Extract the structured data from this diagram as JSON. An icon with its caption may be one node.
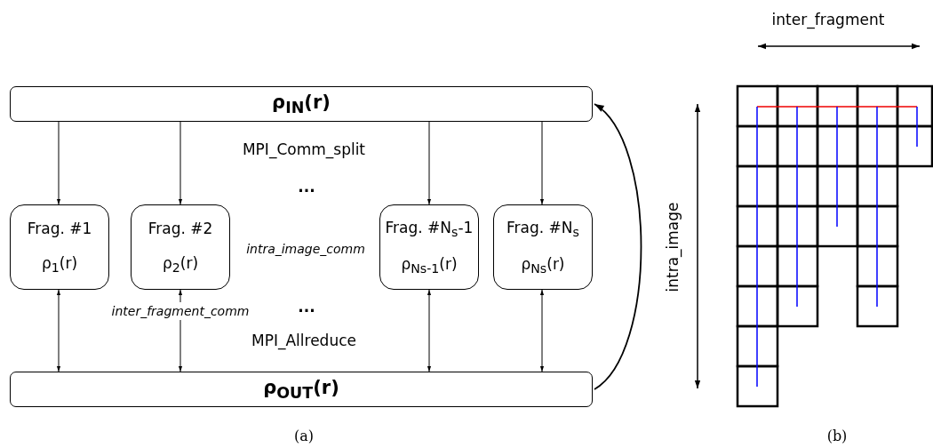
{
  "diagram": {
    "nodes": [
      {
        "text": [
          "ρ$_{IN}$(r)"
        ]
      },
      {
        "text": [
          "Frag. #1",
          "ρ$_{1}$(r)"
        ]
      },
      {
        "text": [
          "Frag. #2",
          "ρ$_{2}$(r)"
        ]
      },
      {
        "text": [
          "Frag. #N$_{s}$-1",
          "ρ$_{Ns-1}$(r)"
        ]
      },
      {
        "text": [
          "Frag. #N$_{s}$",
          "ρ$_{Ns}$(r)"
        ]
      },
      {
        "text": [
          "ρ$_{OUT}$(r)"
        ]
      }
    ],
    "edges": [
      {
        "from": 0,
        "to": 1,
        "arrow": "to"
      },
      {
        "from": 0,
        "to": 2,
        "arrow": "to"
      },
      {
        "from": 0,
        "to": 3,
        "arrow": "to"
      },
      {
        "from": 0,
        "to": 4,
        "arrow": "to"
      },
      {
        "from": 1,
        "to": 5,
        "arrow": "both"
      },
      {
        "from": 2,
        "to": 5,
        "arrow": "both",
        "label": "inter_fragment_comm"
      },
      {
        "from": 3,
        "to": 5,
        "arrow": "both"
      },
      {
        "from": 4,
        "to": 5,
        "arrow": "both"
      },
      {
        "from": 5,
        "to": 0,
        "arrow": "to"
      }
    ],
    "labels": [
      "MPI_Comm_split",
      "...",
      "intra_image_comm",
      "...",
      "MPI_Allreduce",
      "(a)",
      "inter_fragment",
      "intra_image",
      "(b)"
    ]
  }
}
